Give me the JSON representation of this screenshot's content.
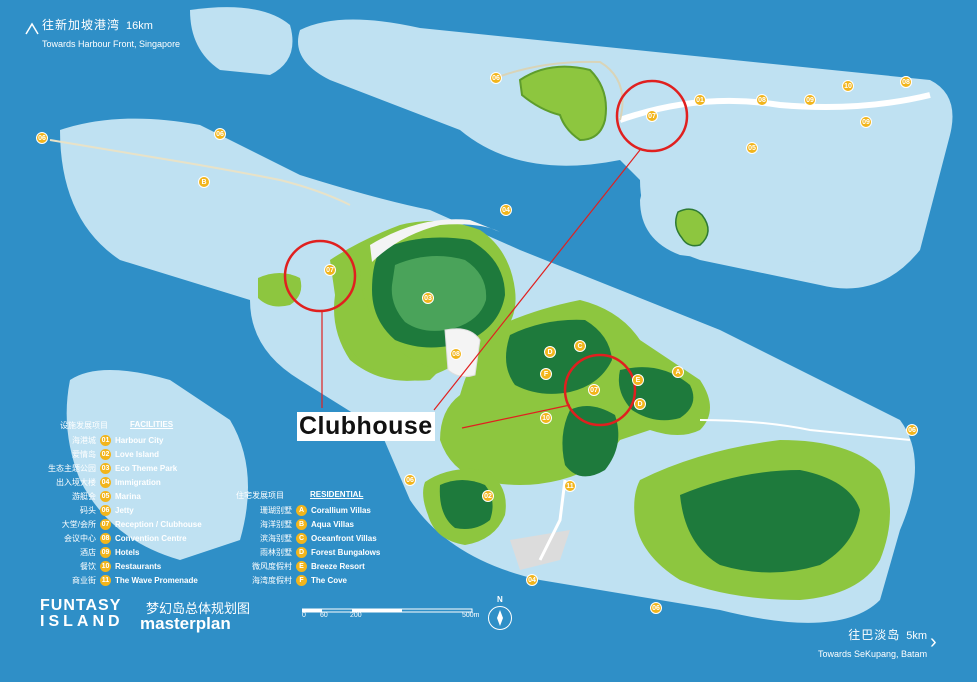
{
  "directions": {
    "north": {
      "cn": "往新加坡港湾",
      "km": "16km",
      "en": "Towards Harbour Front, Singapore"
    },
    "south": {
      "cn": "往巴淡岛",
      "km": "5km",
      "en": "Towards SeKupang, Batam"
    }
  },
  "callout": {
    "label": "Clubhouse"
  },
  "facilities": {
    "heading_cn": "设施发展项目",
    "heading_en": "FACILITIES",
    "items": [
      {
        "cn": "海港城",
        "code": "01",
        "en": "Harbour City"
      },
      {
        "cn": "爱情岛",
        "code": "02",
        "en": "Love Island"
      },
      {
        "cn": "生态主题公园",
        "code": "03",
        "en": "Eco Theme Park"
      },
      {
        "cn": "出入境大楼",
        "code": "04",
        "en": "Immigration"
      },
      {
        "cn": "游艇会",
        "code": "05",
        "en": "Marina"
      },
      {
        "cn": "码头",
        "code": "06",
        "en": "Jetty"
      },
      {
        "cn": "大堂/会所",
        "code": "07",
        "en": "Reception / Clubhouse"
      },
      {
        "cn": "会议中心",
        "code": "08",
        "en": "Convention Centre"
      },
      {
        "cn": "酒店",
        "code": "09",
        "en": "Hotels"
      },
      {
        "cn": "餐饮",
        "code": "10",
        "en": "Restaurants"
      },
      {
        "cn": "商业街",
        "code": "11",
        "en": "The Wave Promenade"
      }
    ]
  },
  "residential": {
    "heading_cn": "住宅发展项目",
    "heading_en": "RESIDENTIAL",
    "items": [
      {
        "cn": "珊瑚别墅",
        "code": "A",
        "en": "Corallium Villas"
      },
      {
        "cn": "海洋别墅",
        "code": "B",
        "en": "Aqua Villas"
      },
      {
        "cn": "滨海别墅",
        "code": "C",
        "en": "Oceanfront Villas"
      },
      {
        "cn": "雨林别墅",
        "code": "D",
        "en": "Forest Bungalows"
      },
      {
        "cn": "微风度假村",
        "code": "E",
        "en": "Breeze Resort"
      },
      {
        "cn": "海湾度假村",
        "code": "F",
        "en": "The Cove"
      }
    ]
  },
  "brand": {
    "line1": "FUNTASY",
    "line2": "ISLAND",
    "cn": "梦幻岛总体规划图",
    "en": "masterplan"
  },
  "scale": {
    "ticks": [
      "0",
      "60",
      "200",
      "500m"
    ]
  },
  "compass": {
    "label": "N"
  },
  "markers": [
    {
      "code": "06"
    },
    {
      "code": "06"
    },
    {
      "code": "06"
    },
    {
      "code": "06"
    },
    {
      "code": "06"
    },
    {
      "code": "06"
    },
    {
      "code": "06"
    },
    {
      "code": "01"
    },
    {
      "code": "08"
    },
    {
      "code": "09"
    },
    {
      "code": "09"
    },
    {
      "code": "10"
    },
    {
      "code": "05"
    },
    {
      "code": "07"
    },
    {
      "code": "07"
    },
    {
      "code": "07"
    },
    {
      "code": "04"
    },
    {
      "code": "04"
    },
    {
      "code": "03"
    },
    {
      "code": "08"
    },
    {
      "code": "08"
    },
    {
      "code": "02"
    },
    {
      "code": "10"
    },
    {
      "code": "11"
    },
    {
      "code": "B"
    },
    {
      "code": "A"
    },
    {
      "code": "C"
    },
    {
      "code": "D"
    },
    {
      "code": "D"
    },
    {
      "code": "E"
    },
    {
      "code": "F"
    }
  ],
  "colors": {
    "sea": "#2f8fc7",
    "shallow": "#bfe1f2",
    "land": "#8dc63f",
    "forest": "#1e7a3c",
    "marker": "#f2b51c",
    "highlight": "#e0201f"
  }
}
